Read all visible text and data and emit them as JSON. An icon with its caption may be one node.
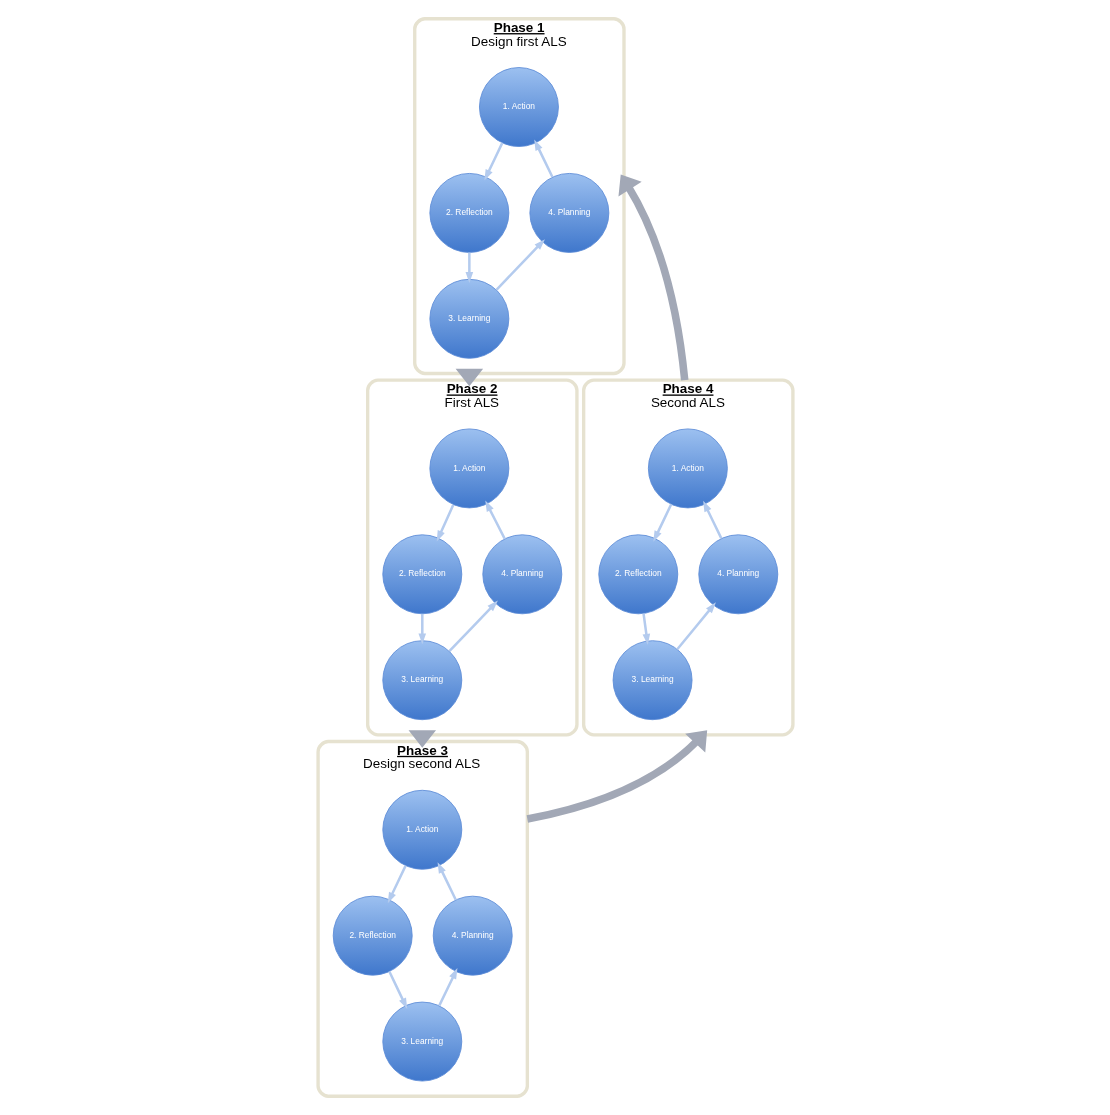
{
  "diagram": {
    "nodes": [
      {
        "text": [
          "Phase 1",
          "Design first ALS"
        ]
      },
      {
        "text": [
          "1. Action"
        ],
        "in": 0
      },
      {
        "text": [
          "2. Reflection"
        ],
        "in": 0
      },
      {
        "text": [
          "3. Learning"
        ],
        "in": 0
      },
      {
        "text": [
          "4. Planning"
        ],
        "in": 0
      },
      {
        "text": [
          "Phase 2",
          "First ALS"
        ]
      },
      {
        "text": [
          "1. Action"
        ],
        "in": 5
      },
      {
        "text": [
          "2. Reflection"
        ],
        "in": 5
      },
      {
        "text": [
          "3. Learning"
        ],
        "in": 5
      },
      {
        "text": [
          "4. Planning"
        ],
        "in": 5
      },
      {
        "text": [
          "Phase 3",
          "Design second ALS"
        ]
      },
      {
        "text": [
          "1. Action"
        ],
        "in": 10
      },
      {
        "text": [
          "2. Reflection"
        ],
        "in": 10
      },
      {
        "text": [
          "3. Learning"
        ],
        "in": 10
      },
      {
        "text": [
          "4. Planning"
        ],
        "in": 10
      },
      {
        "text": [
          "Phase 4",
          "Second ALS"
        ]
      },
      {
        "text": [
          "1. Action"
        ],
        "in": 15
      },
      {
        "text": [
          "2. Reflection"
        ],
        "in": 15
      },
      {
        "text": [
          "3. Learning"
        ],
        "in": 15
      },
      {
        "text": [
          "4. Planning"
        ],
        "in": 15
      }
    ],
    "edges": [
      {
        "from": 1,
        "to": 2,
        "arrow": "to"
      },
      {
        "from": 2,
        "to": 3,
        "arrow": "to"
      },
      {
        "from": 3,
        "to": 4,
        "arrow": "to"
      },
      {
        "from": 4,
        "to": 1,
        "arrow": "to"
      },
      {
        "from": 6,
        "to": 7,
        "arrow": "to"
      },
      {
        "from": 7,
        "to": 8,
        "arrow": "to"
      },
      {
        "from": 8,
        "to": 9,
        "arrow": "to"
      },
      {
        "from": 9,
        "to": 6,
        "arrow": "to"
      },
      {
        "from": 11,
        "to": 12,
        "arrow": "to"
      },
      {
        "from": 12,
        "to": 13,
        "arrow": "to"
      },
      {
        "from": 13,
        "to": 14,
        "arrow": "to"
      },
      {
        "from": 14,
        "to": 11,
        "arrow": "to"
      },
      {
        "from": 16,
        "to": 17,
        "arrow": "to"
      },
      {
        "from": 17,
        "to": 18,
        "arrow": "to"
      },
      {
        "from": 18,
        "to": 19,
        "arrow": "to"
      },
      {
        "from": 19,
        "to": 16,
        "arrow": "to"
      },
      {
        "from": 0,
        "to": 5,
        "arrow": "to",
        "style": "thick",
        "color": "#a2a8b6"
      },
      {
        "from": 5,
        "to": 10,
        "arrow": "to",
        "style": "thick",
        "color": "#a2a8b6"
      },
      {
        "from": 10,
        "to": 15,
        "arrow": "to",
        "style": "thick",
        "color": "#a2a8b6"
      },
      {
        "from": 15,
        "to": 0,
        "arrow": "to",
        "style": "thick",
        "color": "#a2a8b6"
      }
    ]
  }
}
